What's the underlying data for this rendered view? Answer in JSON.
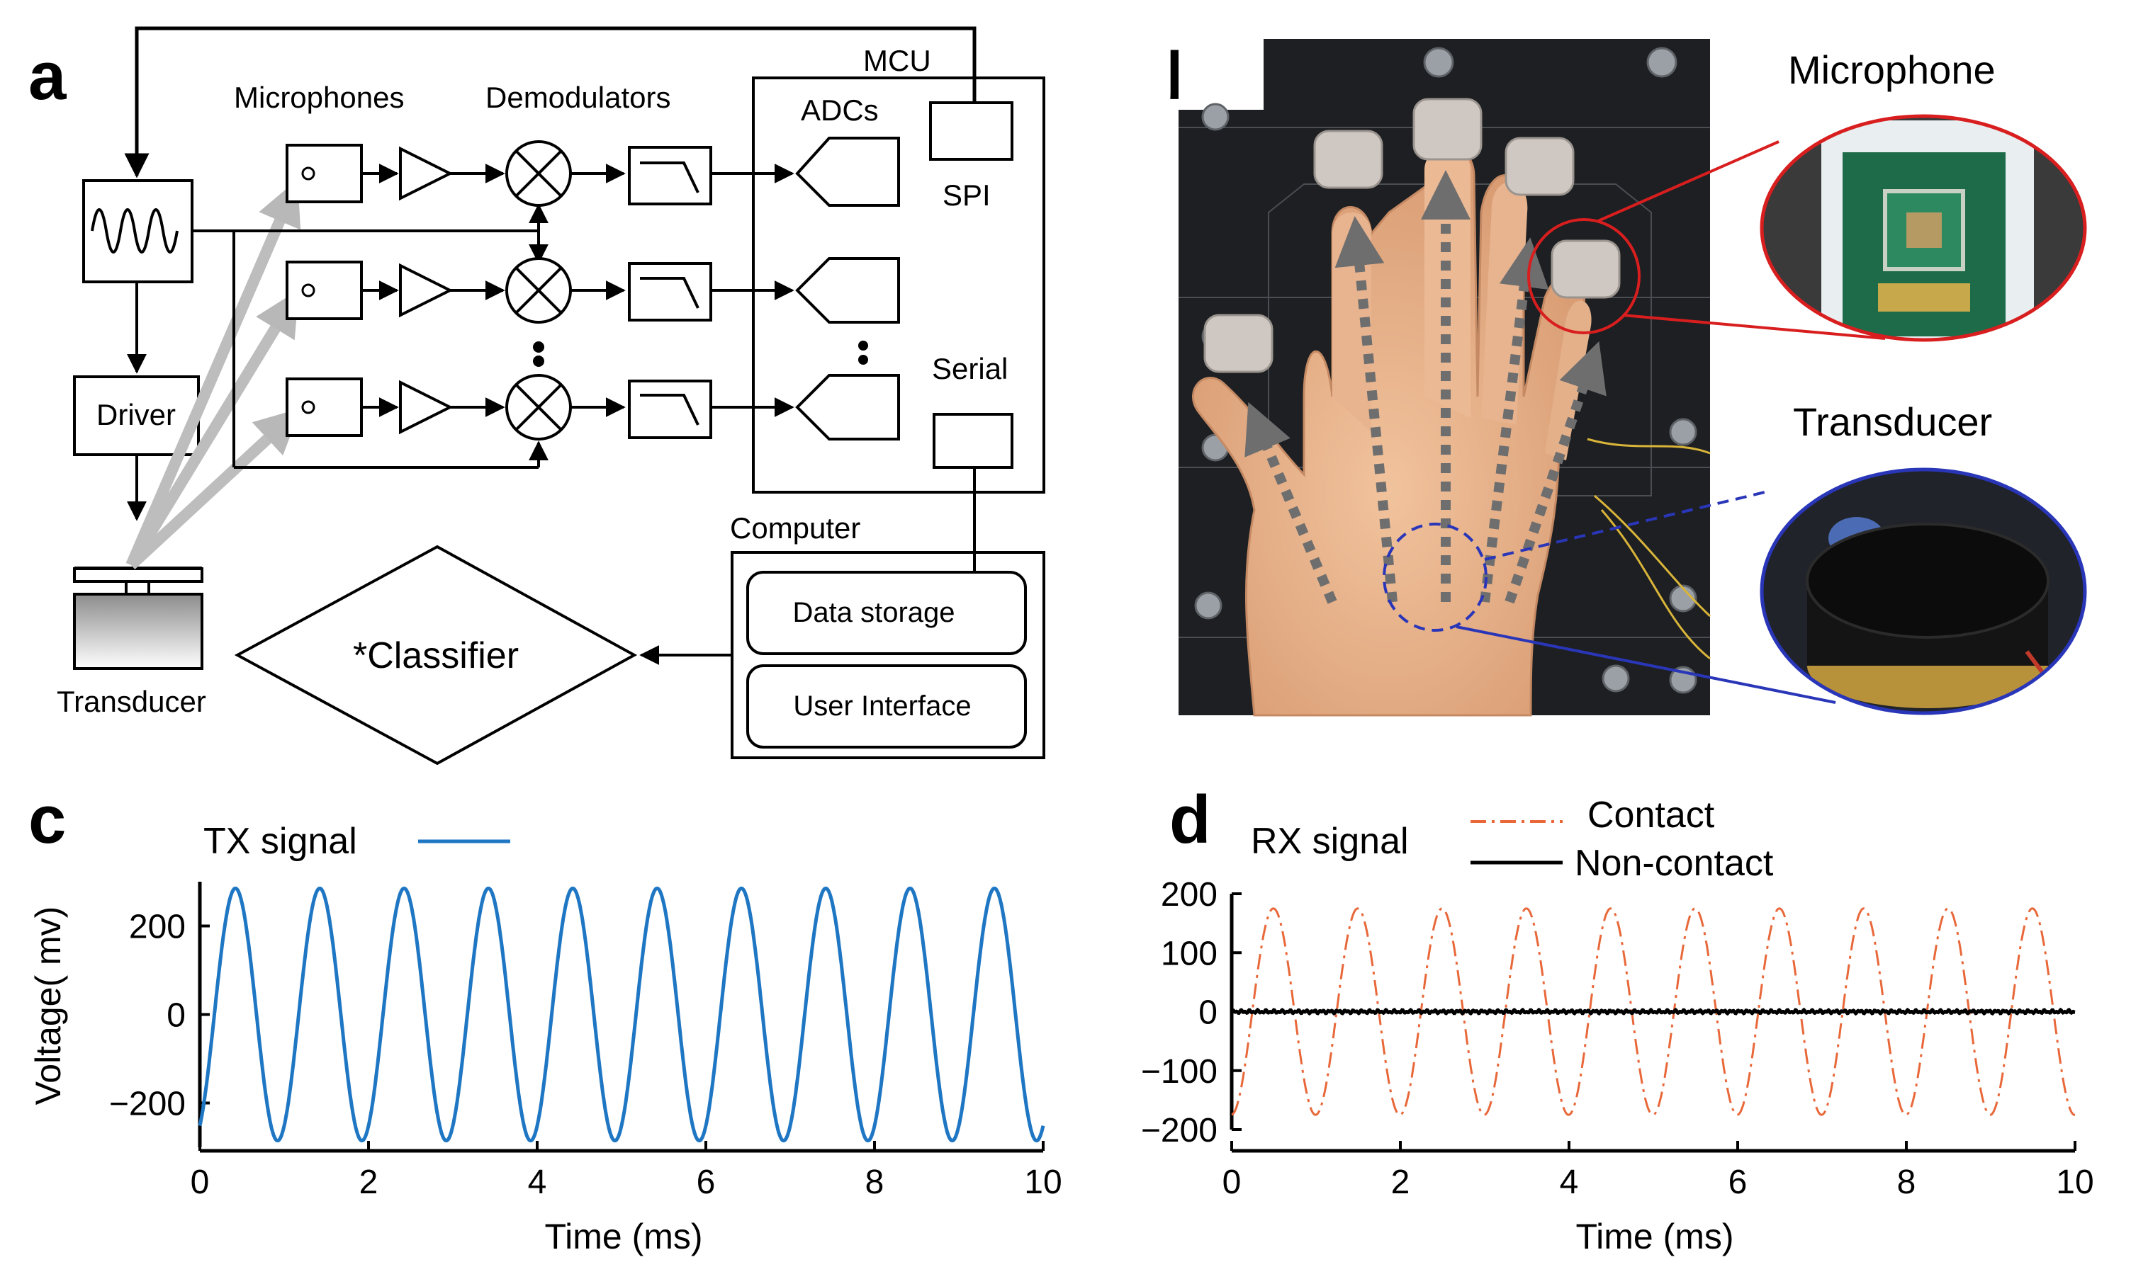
{
  "panels": {
    "a": "a",
    "b": "b",
    "c": "c",
    "d": "d"
  },
  "diagram": {
    "microphones": "Microphones",
    "demodulators": "Demodulators",
    "mcu": "MCU",
    "adcs": "ADCs",
    "spi": "SPI",
    "serial": "Serial",
    "driver": "Driver",
    "transducer": "Transducer",
    "computer": "Computer",
    "data_storage": "Data storage",
    "user_interface": "User Interface",
    "classifier": "*Classifier",
    "dots": "⋮"
  },
  "photo": {
    "microphone_label": "Microphone",
    "transducer_label": "Transducer"
  },
  "chart_data": [
    {
      "type": "line",
      "title": "",
      "legend_text": "TX signal",
      "xlabel": "Time (ms)",
      "ylabel": "Voltage( mv)",
      "xlim": [
        0,
        10
      ],
      "ylim": [
        -300,
        300
      ],
      "xticks": [
        "0",
        "2",
        "4",
        "6",
        "8",
        "10"
      ],
      "yticks": [
        "200",
        "0",
        "−200"
      ],
      "series": [
        {
          "name": "TX signal",
          "color": "#1f77c4",
          "amplitude": 285,
          "frequency_khz": 1.0,
          "phase_note": "starts near -250 mv at t=0, peaks ~0.35 ms"
        }
      ]
    },
    {
      "type": "line",
      "title": "",
      "legend_text": "RX signal",
      "xlabel": "Time (ms)",
      "ylabel": "",
      "xlim": [
        0,
        10
      ],
      "ylim": [
        -200,
        200
      ],
      "xticks": [
        "0",
        "2",
        "4",
        "6",
        "8",
        "10"
      ],
      "yticks": [
        "200",
        "100",
        "0",
        "−100",
        "−200"
      ],
      "series": [
        {
          "name": "Contact",
          "color": "#e8683a",
          "style": "dash-dot",
          "amplitude": 175,
          "frequency_khz": 1.0
        },
        {
          "name": "Non-contact",
          "color": "#000000",
          "style": "solid",
          "amplitude": 3,
          "frequency_khz": 1.0
        }
      ]
    }
  ]
}
